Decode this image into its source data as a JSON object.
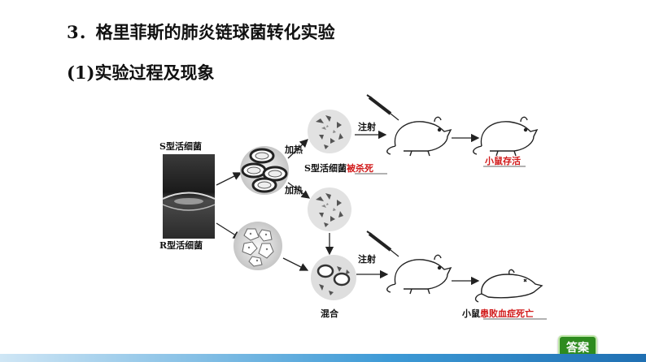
{
  "heading": "3．格里菲斯的肺炎链球菌转化实验",
  "subheading": "(1)实验过程及现象",
  "labels": {
    "s_live": "S型活细菌",
    "r_live": "R型活细菌",
    "heat1": "加热",
    "heat2": "加热",
    "s_killed_prefix": "S型活细菌",
    "s_killed_suffix": "被杀死",
    "inject1": "注射",
    "inject2": "注射",
    "mix": "混合",
    "mouse_alive": "小鼠存活",
    "mouse_prefix": "小鼠",
    "mouse_dead": "患败血症死亡"
  },
  "colors": {
    "red_text": "#d11a1a",
    "answer_green": "#2e8b1f",
    "footer_blue": "#3d9ad6"
  },
  "buttons": {
    "answer": "答案"
  }
}
